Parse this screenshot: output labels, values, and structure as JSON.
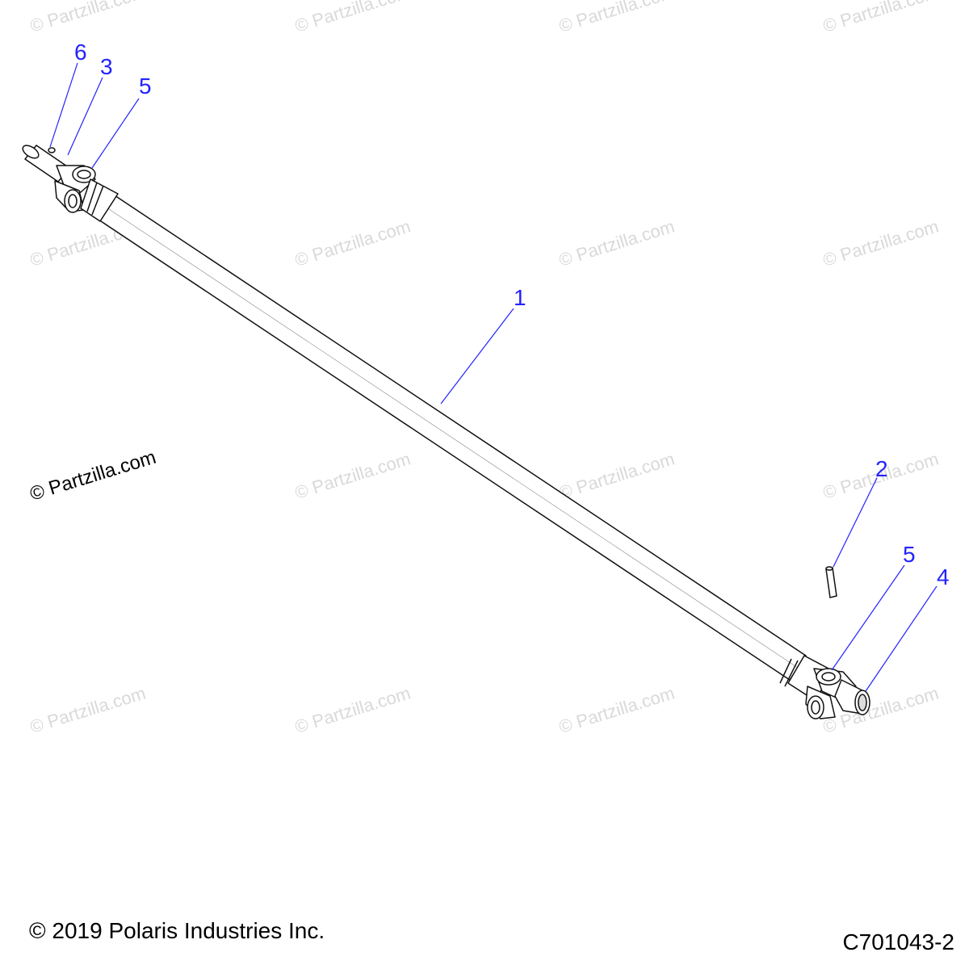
{
  "watermark": "© Partzilla.com",
  "callouts": [
    {
      "id": "6",
      "label": "6"
    },
    {
      "id": "3",
      "label": "3"
    },
    {
      "id": "5a",
      "label": "5"
    },
    {
      "id": "1",
      "label": "1"
    },
    {
      "id": "2",
      "label": "2"
    },
    {
      "id": "5b",
      "label": "5"
    },
    {
      "id": "4",
      "label": "4"
    }
  ],
  "footer": {
    "copyright": "© 2019 Polaris Industries Inc.",
    "diagram_code": "C701043-2"
  },
  "colors": {
    "callout": "#2323ff",
    "outline": "#111111",
    "watermark": "#d9d9d9"
  }
}
